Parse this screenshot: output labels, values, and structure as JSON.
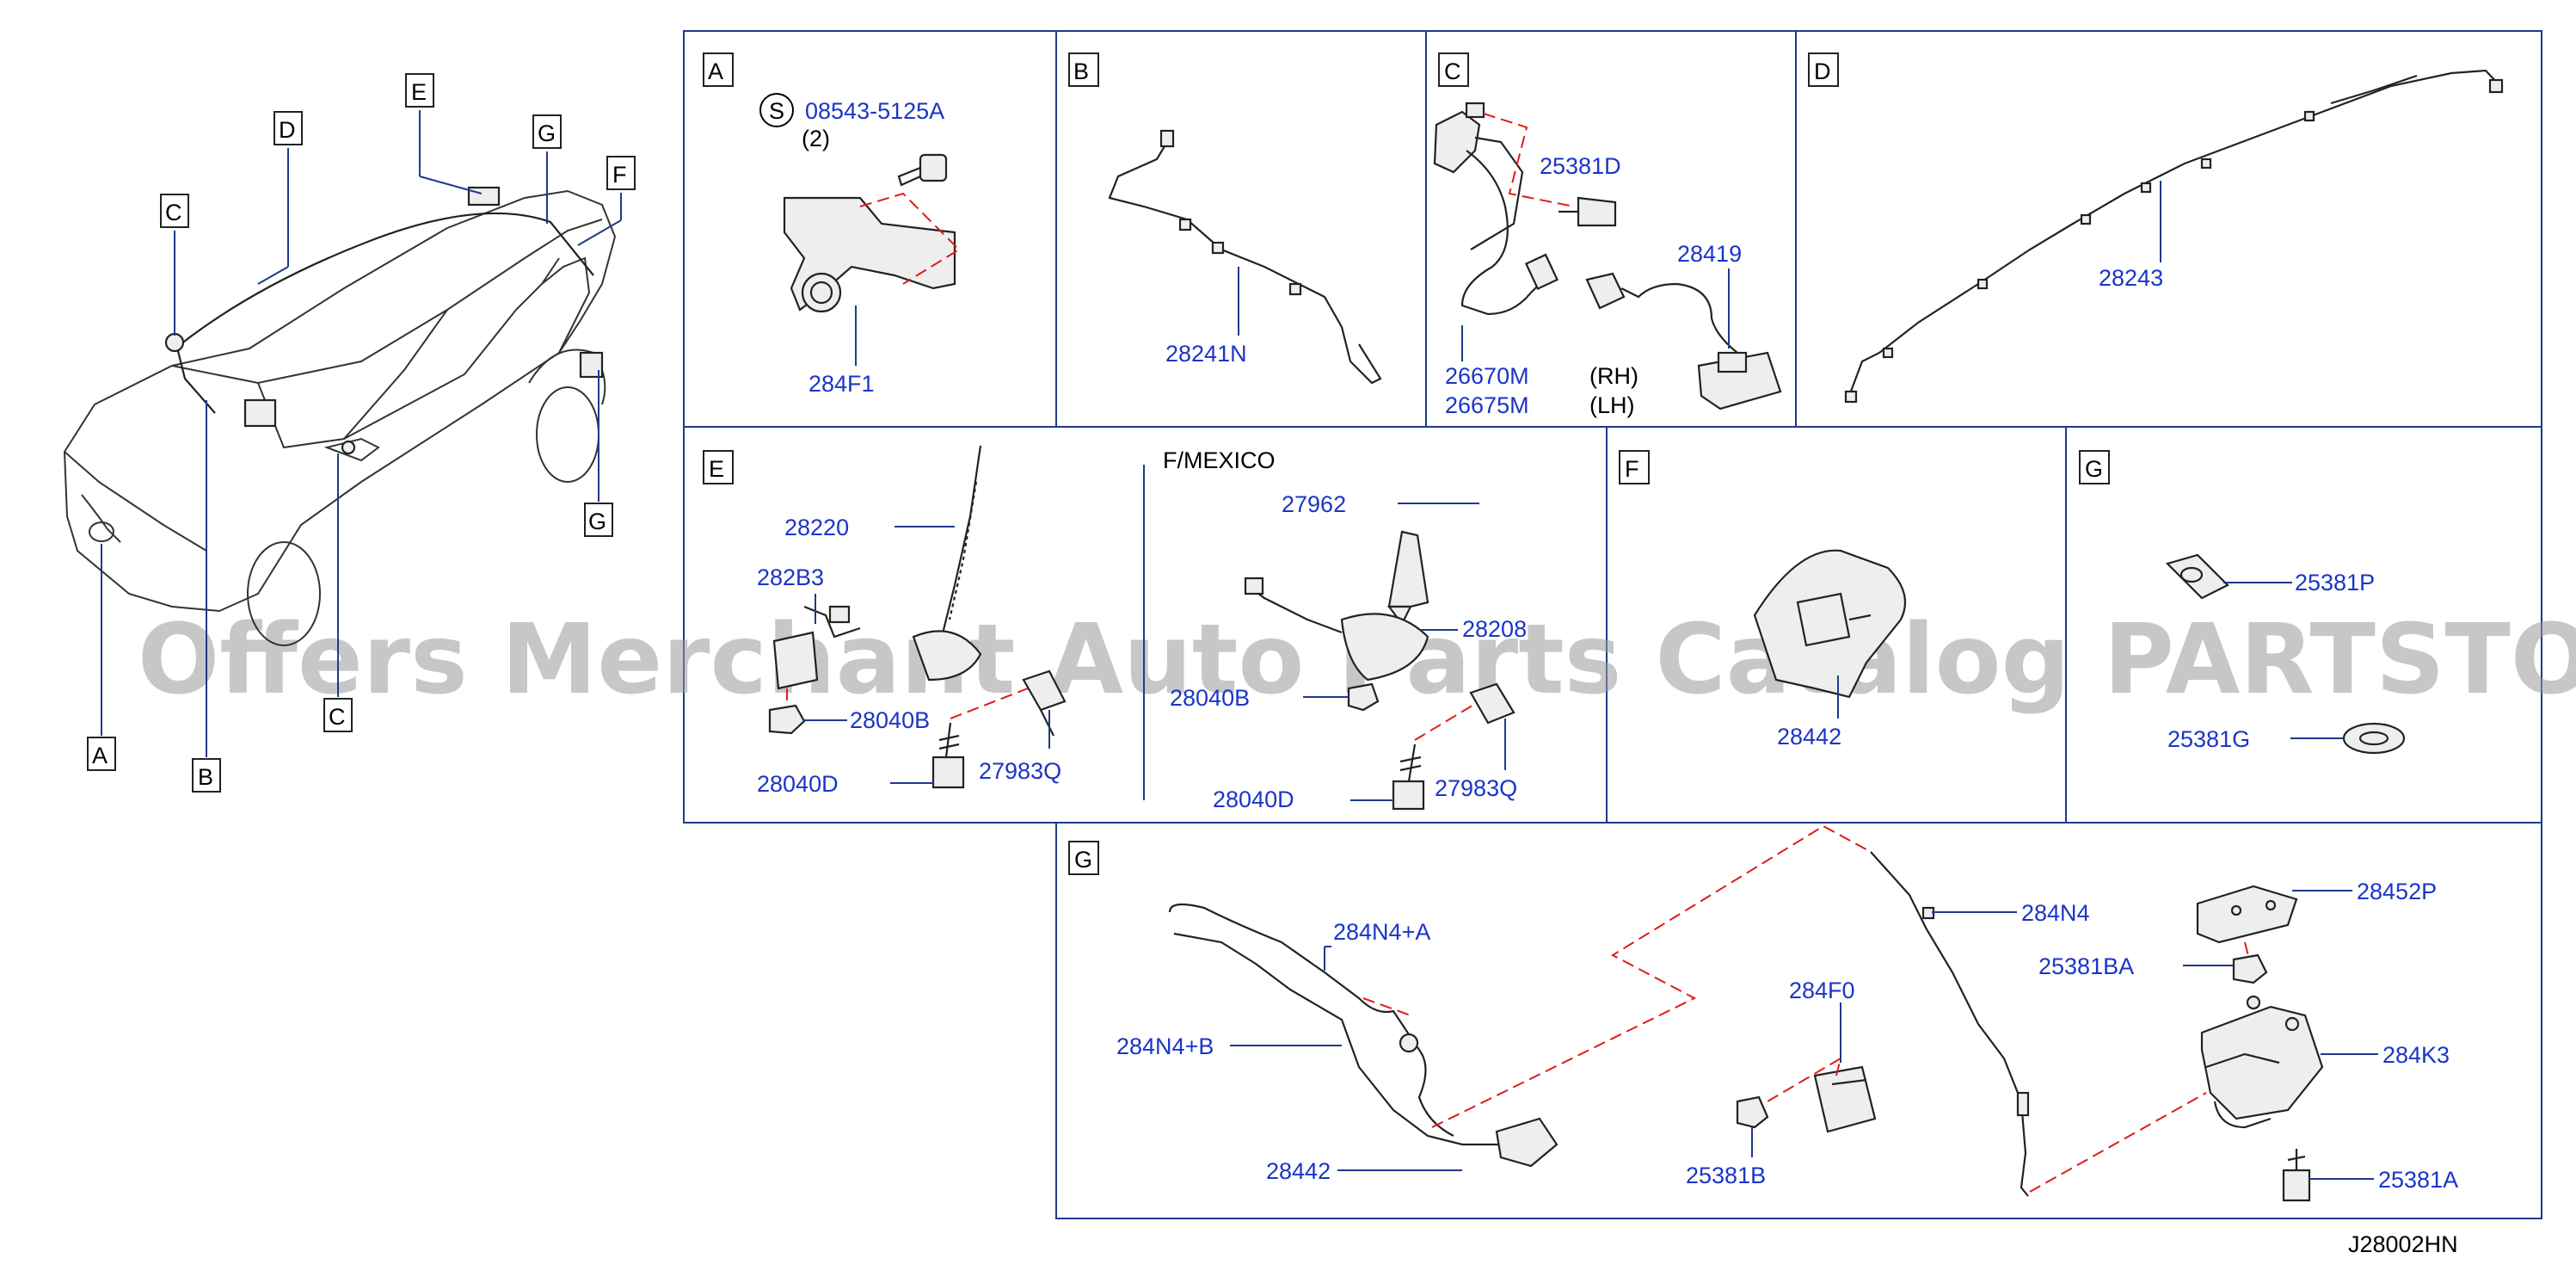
{
  "diagram_code": "J28002HN",
  "watermark": "Offers Merchant Auto Parts Catalog PARTSTORE.SA",
  "overview_tags": {
    "E": "E",
    "D": "D",
    "G_top": "G",
    "F": "F",
    "C_top": "C",
    "G_side": "G",
    "A": "A",
    "B": "B",
    "C_bottom": "C"
  },
  "sections": {
    "A": {
      "label": "A",
      "symbol": "S",
      "part_1": "08543-5125A",
      "qty_1": "(2)",
      "part_2": "284F1"
    },
    "B": {
      "label": "B",
      "part_1": "28241N"
    },
    "C": {
      "label": "C",
      "part_1": "25381D",
      "part_2": "28419",
      "part_3": "26670M",
      "note_3": "(RH)",
      "part_4": "26675M",
      "note_4": "(LH)"
    },
    "D": {
      "label": "D",
      "part_1": "28243"
    },
    "E": {
      "label": "E",
      "sub_title": "F/MEXICO",
      "part_1": "28220",
      "part_2": "282B3",
      "part_3": "28040B",
      "part_4": "28040D",
      "part_5": "27983Q",
      "part_6": "27962",
      "part_7": "28208",
      "part_8": "28040B",
      "part_9": "28040D",
      "part_10": "27983Q"
    },
    "F": {
      "label": "F",
      "part_1": "28442"
    },
    "G_small": {
      "label": "G",
      "part_1": "25381P",
      "part_2": "25381G"
    },
    "G_large": {
      "label": "G",
      "part_1": "284N4+A",
      "part_2": "284N4+B",
      "part_3": "28442",
      "part_4": "284N4",
      "part_5": "284F0",
      "part_6": "25381B",
      "part_7": "28452P",
      "part_8": "25381BA",
      "part_9": "284K3",
      "part_10": "25381A"
    }
  },
  "colors": {
    "part_number": "#1a35c8",
    "frame": "#1f3a8a",
    "dash": "#e01a1a"
  }
}
